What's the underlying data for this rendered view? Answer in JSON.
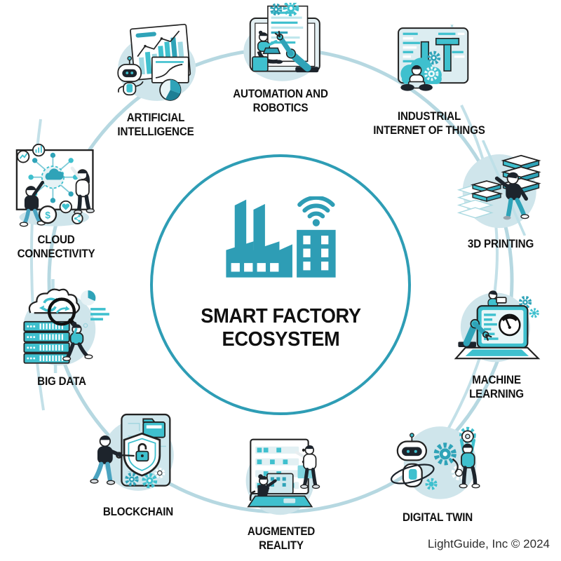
{
  "title": {
    "lines": [
      "SMART FACTORY",
      "ECOSYSTEM"
    ]
  },
  "attribution": "LightGuide, Inc © 2024",
  "center_icon": "smart-factory-icon",
  "colors": {
    "accent_teal": "#2e9db5",
    "bright_teal": "#3fc0ce",
    "mid_teal": "#2fa3b8",
    "light_blob": "#cfe5eb",
    "ring": "#b6d8e1",
    "dark": "#1d242c",
    "text": "#111111"
  },
  "nodes": [
    {
      "id": "automation-robotics",
      "icon": "automation-robotics-illustration",
      "lines": [
        "AUTOMATION AND",
        "ROBOTICS"
      ]
    },
    {
      "id": "industrial-iot",
      "icon": "industrial-iot-illustration",
      "lines": [
        "INDUSTRIAL",
        "INTERNET OF THINGS"
      ]
    },
    {
      "id": "3d-printing",
      "icon": "3d-printing-illustration",
      "lines": [
        "3D PRINTING"
      ]
    },
    {
      "id": "machine-learning",
      "icon": "machine-learning-illustration",
      "lines": [
        "MACHINE",
        "LEARNING"
      ]
    },
    {
      "id": "digital-twin",
      "icon": "digital-twin-illustration",
      "lines": [
        "DIGITAL TWIN"
      ]
    },
    {
      "id": "augmented-reality",
      "icon": "augmented-reality-illustration",
      "lines": [
        "AUGMENTED",
        "REALITY"
      ]
    },
    {
      "id": "blockchain",
      "icon": "blockchain-illustration",
      "lines": [
        "BLOCKCHAIN"
      ]
    },
    {
      "id": "big-data",
      "icon": "big-data-illustration",
      "lines": [
        "BIG DATA"
      ]
    },
    {
      "id": "cloud-connectivity",
      "icon": "cloud-connectivity-illustration",
      "lines": [
        "CLOUD",
        "CONNECTIVITY"
      ]
    },
    {
      "id": "artificial-intelligence",
      "icon": "artificial-intelligence-illustration",
      "lines": [
        "ARTIFICIAL",
        "INTELLIGENCE"
      ]
    }
  ]
}
